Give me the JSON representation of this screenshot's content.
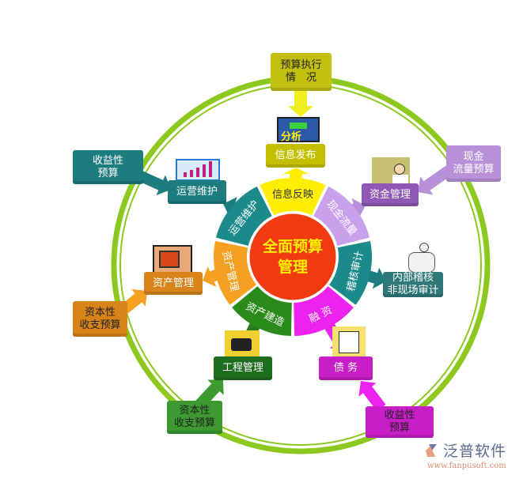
{
  "center": {
    "line1": "全面预算",
    "line2": "管理",
    "color": "#f03a10",
    "text_color": "#ffee00"
  },
  "ring_segments": [
    {
      "label": "信息反映",
      "color": "#ffee00",
      "text_color": "#333"
    },
    {
      "label": "现金流量",
      "color": "#c8a0ec",
      "text_color": "#fff"
    },
    {
      "label": "稽核审计",
      "color": "#1a8a8a",
      "text_color": "#fff"
    },
    {
      "label": "融 资",
      "color": "#ee22ee",
      "text_color": "#fff"
    },
    {
      "label": "资产建造",
      "color": "#2a8a1a",
      "text_color": "#fff"
    },
    {
      "label": "资产管理",
      "color": "#f5a020",
      "text_color": "#fff"
    },
    {
      "label": "运营维护",
      "color": "#1a8a8a",
      "text_color": "#fff"
    }
  ],
  "modules": {
    "info": {
      "label": "信息发布",
      "icon": "analysis-computer-icon",
      "icon_text": "分析"
    },
    "funds": {
      "label": "资金管理",
      "icon": "businessman-icon"
    },
    "audit": {
      "line1": "内部稽核",
      "line2": "非现场审计",
      "icon": "reading-person-icon"
    },
    "debt": {
      "label": "债 务",
      "icon": "document-icon"
    },
    "engineering": {
      "label": "工程管理",
      "icon": "construction-icon"
    },
    "assets": {
      "label": "资产管理",
      "icon": "computer-user-icon"
    },
    "operations": {
      "label": "运营维护",
      "icon": "bar-chart-icon"
    }
  },
  "budgets": {
    "execution": {
      "line1": "预算执行",
      "line2": "情　况"
    },
    "cashflow": {
      "line1": "现金",
      "line2": "流量预算"
    },
    "revenue_left": {
      "line1": "收益性",
      "line2": "预算"
    },
    "capital_orange": {
      "line1": "资本性",
      "line2": "收支预算"
    },
    "capital_green": {
      "line1": "资本性",
      "line2": "收支预算"
    },
    "revenue_magenta": {
      "line1": "收益性",
      "line2": "预算"
    }
  },
  "logo": {
    "name": "泛普软件",
    "url": "www.fanpusoft.com"
  },
  "colors": {
    "ring": "#8cc81e",
    "olive": "#c4c000",
    "teal": "#1c7c7e",
    "purple": "#8e58b4",
    "lavender": "#b890d8",
    "orange": "#d8841a",
    "green": "#2a7a20",
    "magenta": "#c81ec8"
  }
}
